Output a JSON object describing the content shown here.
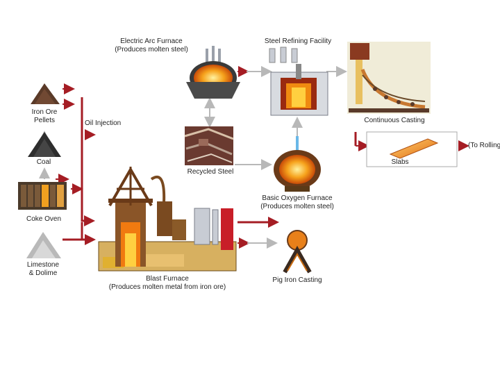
{
  "colors": {
    "pipe": "#a51d24",
    "gray_arrow": "#b8b8b8",
    "molten": "#f08a10",
    "steel": "#8a8f98"
  },
  "nodes": {
    "iron_ore": "Iron Ore\nPellets",
    "coal": "Coal",
    "coke_oven": "Coke Oven",
    "limestone": "Limestone\n& Dolime",
    "oil_injection": "Oil Injection",
    "blast_furnace": "Blast Furnace\n(Produces molten metal from iron ore)",
    "eaf": "Electric Arc Furnace\n(Produces molten steel)",
    "refining": "Steel Refining Facility",
    "recycled": "Recycled Steel",
    "bof": "Basic Oxygen Furnace\n(Produces molten steel)",
    "continuous": "Continuous Casting",
    "slabs": "Slabs",
    "to_rolling": "(To Rolling",
    "pig_iron": "Pig Iron Casting"
  }
}
